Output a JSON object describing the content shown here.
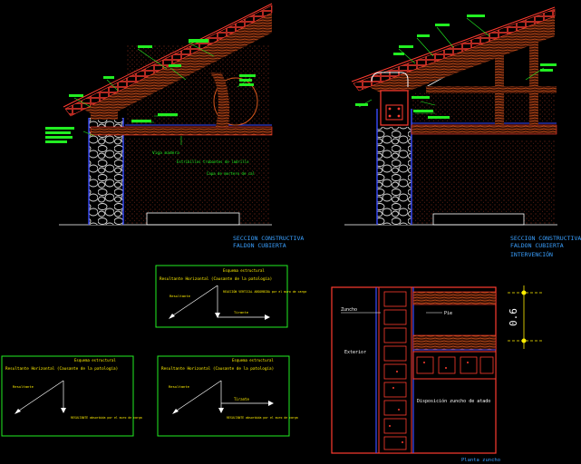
{
  "sections": {
    "left": {
      "title_line1": "SECCION CONSTRUCTIVA",
      "title_line2": "FALDON CUBIERTA"
    },
    "right": {
      "title_line1": "SECCION CONSTRUCTIVA",
      "title_line2": "FALDON CUBIERTA",
      "title_line3": "INTERVENCIÓN"
    }
  },
  "left_annotations": {
    "viga_madera": "Viga madera",
    "estribos": "Estribillos trabantes de ladrillo",
    "capa_mortero": "Capa de mortero de cal"
  },
  "scheme_top": {
    "header": "Esquema estructural",
    "title": "Resultante Horizontal (Causante de la patología)",
    "resultante": "Resultante",
    "reaccion": "REACCIÓN VERTICAL ABSORBIDA por el muro de carga",
    "tirante": "Tirante"
  },
  "scheme_left": {
    "header": "Esquema estructural",
    "title": "Resultante Horizontal (Causante de la patología)",
    "resultante": "Resultante",
    "reaccion": "RESULTANTE absorbida por el muro de carga"
  },
  "scheme_right": {
    "header": "Esquema estructural",
    "title": "Resultante Horizontal (Causante de la patología)",
    "resultante": "Resultante",
    "tirante": "Tirante",
    "reaccion": "RESULTANTE absorbida por el muro de carga"
  },
  "plan": {
    "zuncho": "Zuncho",
    "pie": "Pie",
    "exterior": "Exterior",
    "disposicion": "Disposición zuncho de atado",
    "caption": "Planta zuncho"
  },
  "dimension": {
    "value": "0.6"
  },
  "colors": {
    "background": "#000000",
    "brick": "#ff3b2f",
    "wood": "#c84a18",
    "wall": "#3a4cff",
    "annotation": "#22ee22",
    "dimension": "#ffee00",
    "caption": "#3aa0ff"
  }
}
